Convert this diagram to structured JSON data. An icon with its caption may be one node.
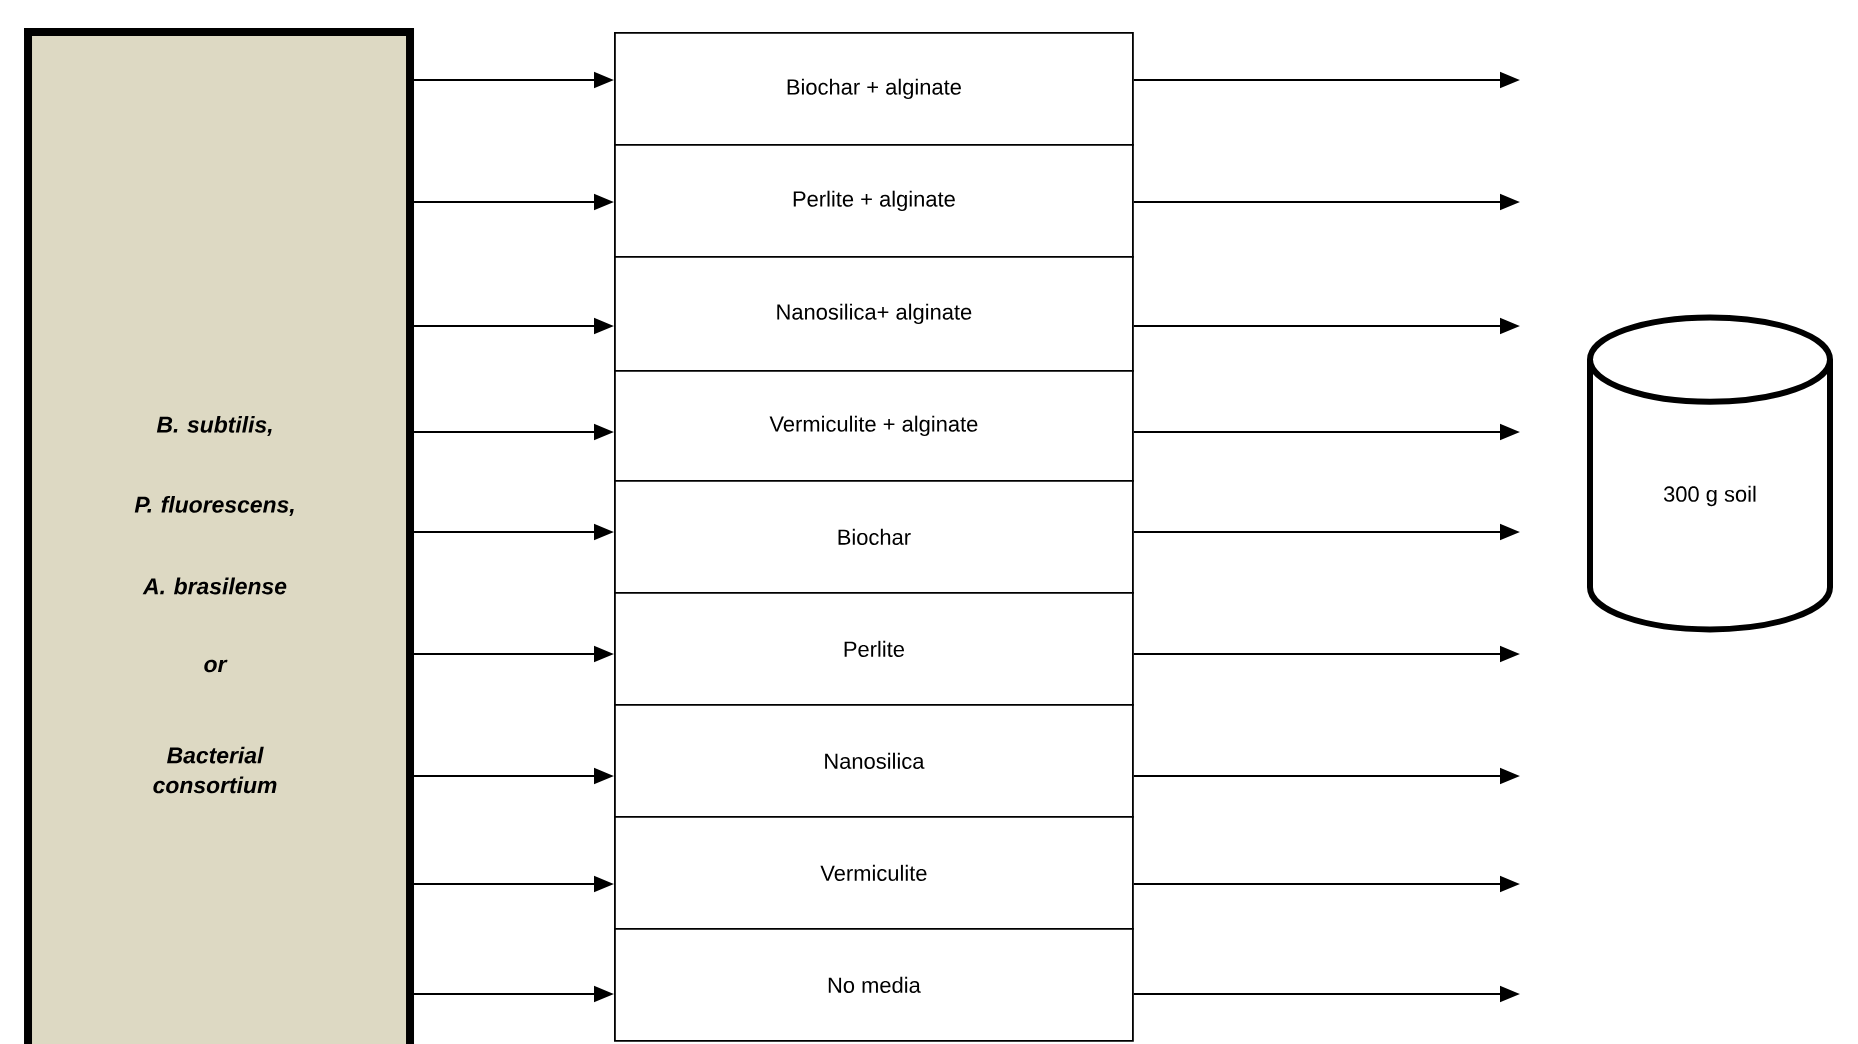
{
  "diagram": {
    "nodes": [
      {
        "text": [
          "B. subtilis,",
          "P. fluorescens,",
          "A. brasilense",
          "or",
          "Bacterial consortium"
        ]
      },
      {
        "text": [
          "Biochar + alginate"
        ]
      },
      {
        "text": [
          "Perlite + alginate"
        ]
      },
      {
        "text": [
          "Nanosilica+ alginate"
        ]
      },
      {
        "text": [
          "Vermiculite + alginate"
        ]
      },
      {
        "text": [
          "Biochar"
        ]
      },
      {
        "text": [
          "Perlite"
        ]
      },
      {
        "text": [
          "Nanosilica"
        ]
      },
      {
        "text": [
          "Vermiculite"
        ]
      },
      {
        "text": [
          "No media"
        ]
      },
      {
        "text": [
          "300 g soil"
        ]
      }
    ],
    "edges": [
      {
        "from": 0,
        "to": 1,
        "arrow": "to"
      },
      {
        "from": 0,
        "to": 2,
        "arrow": "to"
      },
      {
        "from": 0,
        "to": 3,
        "arrow": "to"
      },
      {
        "from": 0,
        "to": 4,
        "arrow": "to"
      },
      {
        "from": 0,
        "to": 5,
        "arrow": "to"
      },
      {
        "from": 0,
        "to": 6,
        "arrow": "to"
      },
      {
        "from": 0,
        "to": 7,
        "arrow": "to"
      },
      {
        "from": 0,
        "to": 8,
        "arrow": "to"
      },
      {
        "from": 0,
        "to": 9,
        "arrow": "to"
      },
      {
        "from": 1,
        "to": null,
        "arrow": "to"
      },
      {
        "from": 2,
        "to": null,
        "arrow": "to"
      },
      {
        "from": 3,
        "to": null,
        "arrow": "to"
      },
      {
        "from": 4,
        "to": null,
        "arrow": "to"
      },
      {
        "from": 5,
        "to": null,
        "arrow": "to"
      },
      {
        "from": 6,
        "to": null,
        "arrow": "to"
      },
      {
        "from": 7,
        "to": null,
        "arrow": "to"
      },
      {
        "from": 8,
        "to": null,
        "arrow": "to"
      },
      {
        "from": 9,
        "to": null,
        "arrow": "to"
      }
    ]
  }
}
